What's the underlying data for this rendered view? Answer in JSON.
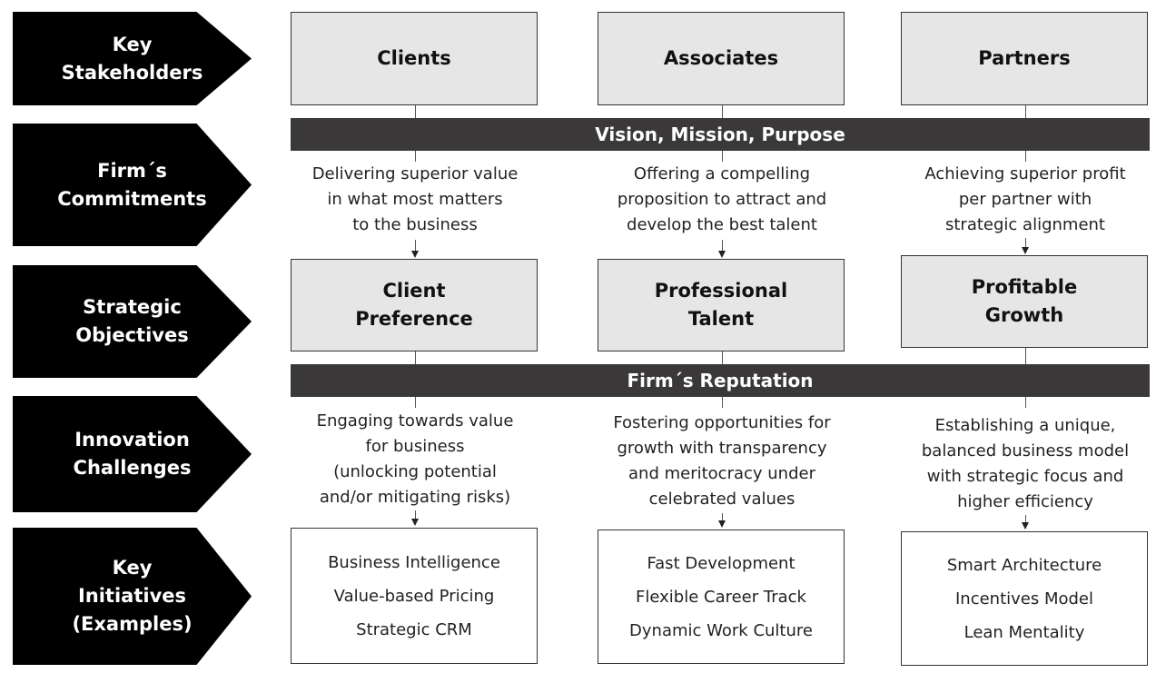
{
  "rows": [
    "Key\nStakeholders",
    "Firm´s\nCommitments",
    "Strategic\nObjectives",
    "Innovation\nChallenges",
    "Key\nInitiatives\n(Examples)"
  ],
  "stakeholders": [
    "Clients",
    "Associates",
    "Partners"
  ],
  "bars": {
    "top": "Vision, Mission, Purpose",
    "middle": "Firm´s Reputation"
  },
  "commitments": [
    "Delivering superior value\nin what most matters\nto the business",
    "Offering a compelling\nproposition to attract and\ndevelop the best talent",
    "Achieving superior profit\nper partner with\nstrategic alignment"
  ],
  "objectives": [
    "Client\nPreference",
    "Professional\nTalent",
    "Profitable\nGrowth"
  ],
  "challenges": [
    "Engaging towards value\nfor business\n(unlocking potential\nand/or mitigating risks)",
    "Fostering opportunities for\ngrowth with transparency\nand meritocracy under\ncelebrated values",
    "Establishing a unique,\nbalanced business model\nwith strategic focus and\nhigher efficiency"
  ],
  "initiatives": [
    [
      "Business Intelligence",
      "Value-based Pricing",
      "Strategic CRM"
    ],
    [
      "Fast Development",
      "Flexible Career Track",
      "Dynamic Work Culture"
    ],
    [
      "Smart Architecture",
      "Incentives Model",
      "Lean Mentality"
    ]
  ]
}
